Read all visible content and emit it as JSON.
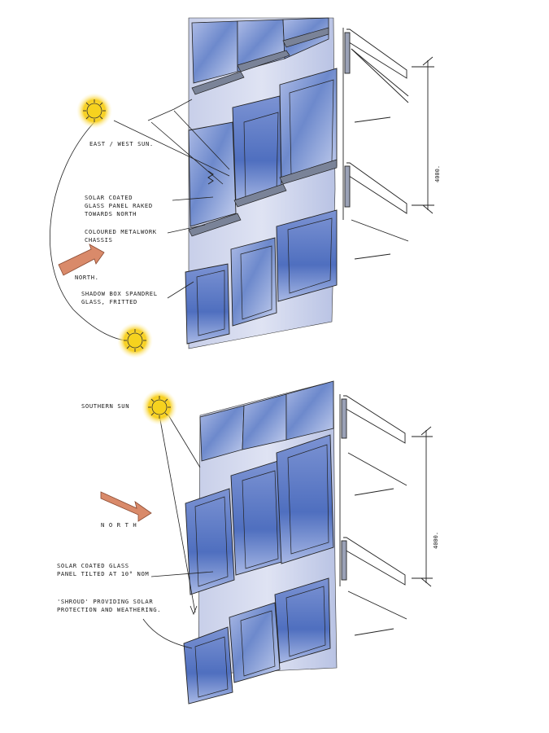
{
  "top_diagram": {
    "sun_label": "EAST / WEST SUN.",
    "panel_label_1": "SOLAR COATED",
    "panel_label_2": "GLASS PANEL RAKED",
    "panel_label_3": "TOWARDS NORTH",
    "chassis_label_1": "COLOURED METALWORK",
    "chassis_label_2": "CHASSIS",
    "north_label": "NORTH.",
    "spandrel_label_1": "SHADOW BOX SPANDREL",
    "spandrel_label_2": "GLASS, FRITTED",
    "dimension": "4000."
  },
  "bottom_diagram": {
    "sun_label": "SOUTHERN SUN",
    "north_label": "N O R T H",
    "panel_label_1": "SOLAR COATED GLASS",
    "panel_label_2": "PANEL TILTED AT 10° NOM",
    "shroud_label_1": "'SHROUD' PROVIDING SOLAR",
    "shroud_label_2": "PROTECTION AND WEATHERING.",
    "dimension": "4000."
  },
  "colors": {
    "glass_dark": "#5f7fc4",
    "glass_light": "#c9d3ef",
    "frame": "#e4e7f2",
    "sun": "#f6d21e",
    "arrow": "#d98a6a",
    "ink": "#1a1a1a"
  }
}
